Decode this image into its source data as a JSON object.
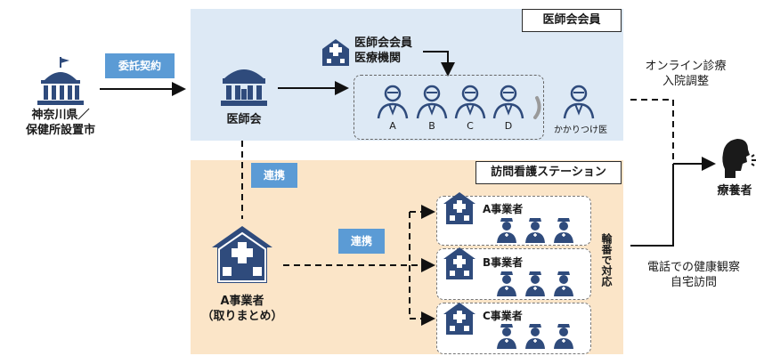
{
  "header": {
    "top_box": "医師会会員",
    "station_box": "訪問看護ステーション"
  },
  "government": {
    "line1": "神奈川県／",
    "line2": "保健所設置市"
  },
  "labels": {
    "contract": "委託契約",
    "cooperation_vertical": "連携",
    "cooperation_horizontal": "連携"
  },
  "medical_association": {
    "label": "医師会",
    "member_institution_line1": "医師会会員",
    "member_institution_line2": "医療機関"
  },
  "doctors": [
    "A",
    "B",
    "C",
    "D"
  ],
  "family_doctor": "かかりつけ医",
  "lead_provider": {
    "line1": "A事業者",
    "line2": "（取りまとめ）"
  },
  "providers": [
    "A事業者",
    "B事業者",
    "C事業者"
  ],
  "rotation_note": "輪番で対応",
  "right_side": {
    "online_line1": "オンライン診療",
    "online_line2": "入院調整",
    "phone_line1": "電話での健康観察",
    "phone_line2": "自宅訪問",
    "patient": "療養者"
  },
  "colors": {
    "blue_band": "#dde9f5",
    "peach_band": "#fbe5c8",
    "accent_blue": "#5b9bd5",
    "icon_navy": "#2f4b7c"
  }
}
